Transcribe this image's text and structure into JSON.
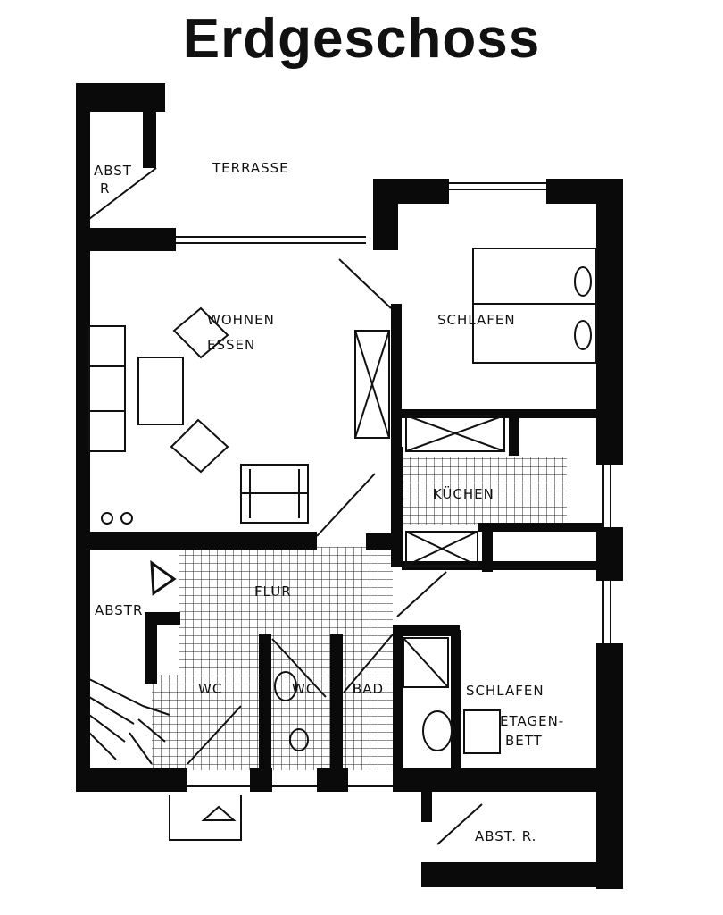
{
  "title": "Erdgeschoss",
  "rooms": {
    "abst_top_1": "ABST",
    "abst_top_2": "R",
    "terrasse": "TERRASSE",
    "wohnen": "WOHNEN",
    "essen": "ESSEN",
    "schlafen_1": "SCHLAFEN",
    "kuechen": "KÜCHEN",
    "abstr_left": "ABSTR",
    "flur": "FLUR",
    "wc_1": "WC",
    "wc_2": "WC",
    "bad": "BAD",
    "schlafen_2": "SCHLAFEN",
    "etagen": "ETAGEN-",
    "bett": "BETT",
    "abst_bottom": "ABST. R."
  }
}
